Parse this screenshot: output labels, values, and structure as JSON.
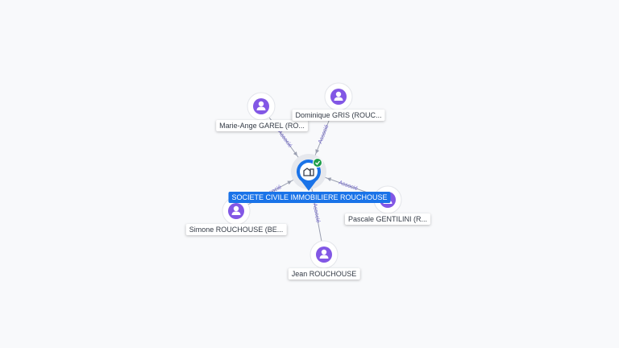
{
  "center": {
    "name": "SOCIETE CIVILE IMMOBILIERE ROUCHOUSE",
    "icon": "building-icon",
    "badge": "verified-check-icon",
    "color": "#1a73e8",
    "badge_color": "#1e9e4a"
  },
  "people": [
    {
      "id": "marie-ange",
      "name": "Marie-Ange GAREL (RO...",
      "relation": "Associé",
      "icon": "person-icon"
    },
    {
      "id": "dominique",
      "name": "Dominique GRIS (ROUC...",
      "relation": "Associé",
      "icon": "person-icon"
    },
    {
      "id": "pascale",
      "name": "Pascale GENTILINI (R...",
      "relation": "Associé",
      "icon": "person-icon"
    },
    {
      "id": "simone",
      "name": "Simone ROUCHOUSE (BE...",
      "relation": "Associé",
      "icon": "person-icon"
    },
    {
      "id": "jean",
      "name": "Jean ROUCHOUSE",
      "relation": "Associé",
      "icon": "person-icon"
    }
  ],
  "colors": {
    "person": "#8257e5",
    "edge": "#9a9fb0",
    "edge_label": "#6f64c8"
  }
}
